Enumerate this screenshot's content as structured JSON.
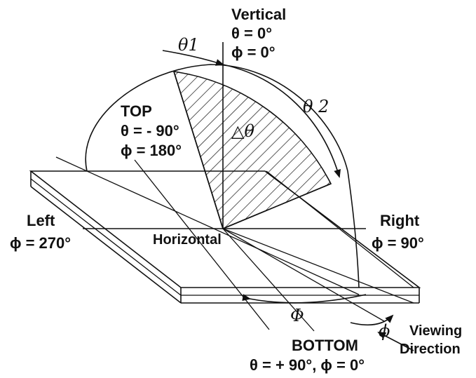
{
  "labels": {
    "vertical": "Vertical",
    "vertical_theta": "θ = 0°",
    "vertical_phi": "ϕ = 0°",
    "theta1": "θ1",
    "theta2": "θ 2",
    "delta_theta": "△θ",
    "top": "TOP",
    "top_theta": "θ = - 90°",
    "top_phi": "ϕ = 180°",
    "left": "Left",
    "left_phi": "ϕ = 270°",
    "horizontal": "Horizontal",
    "right": "Right",
    "right_phi": "ϕ = 90°",
    "capital_phi": "Φ",
    "small_phi": "ϕ",
    "viewing": "Viewing",
    "direction": "Direction",
    "bottom": "BOTTOM",
    "bottom_angles": "θ = + 90°, ϕ = 0°"
  }
}
